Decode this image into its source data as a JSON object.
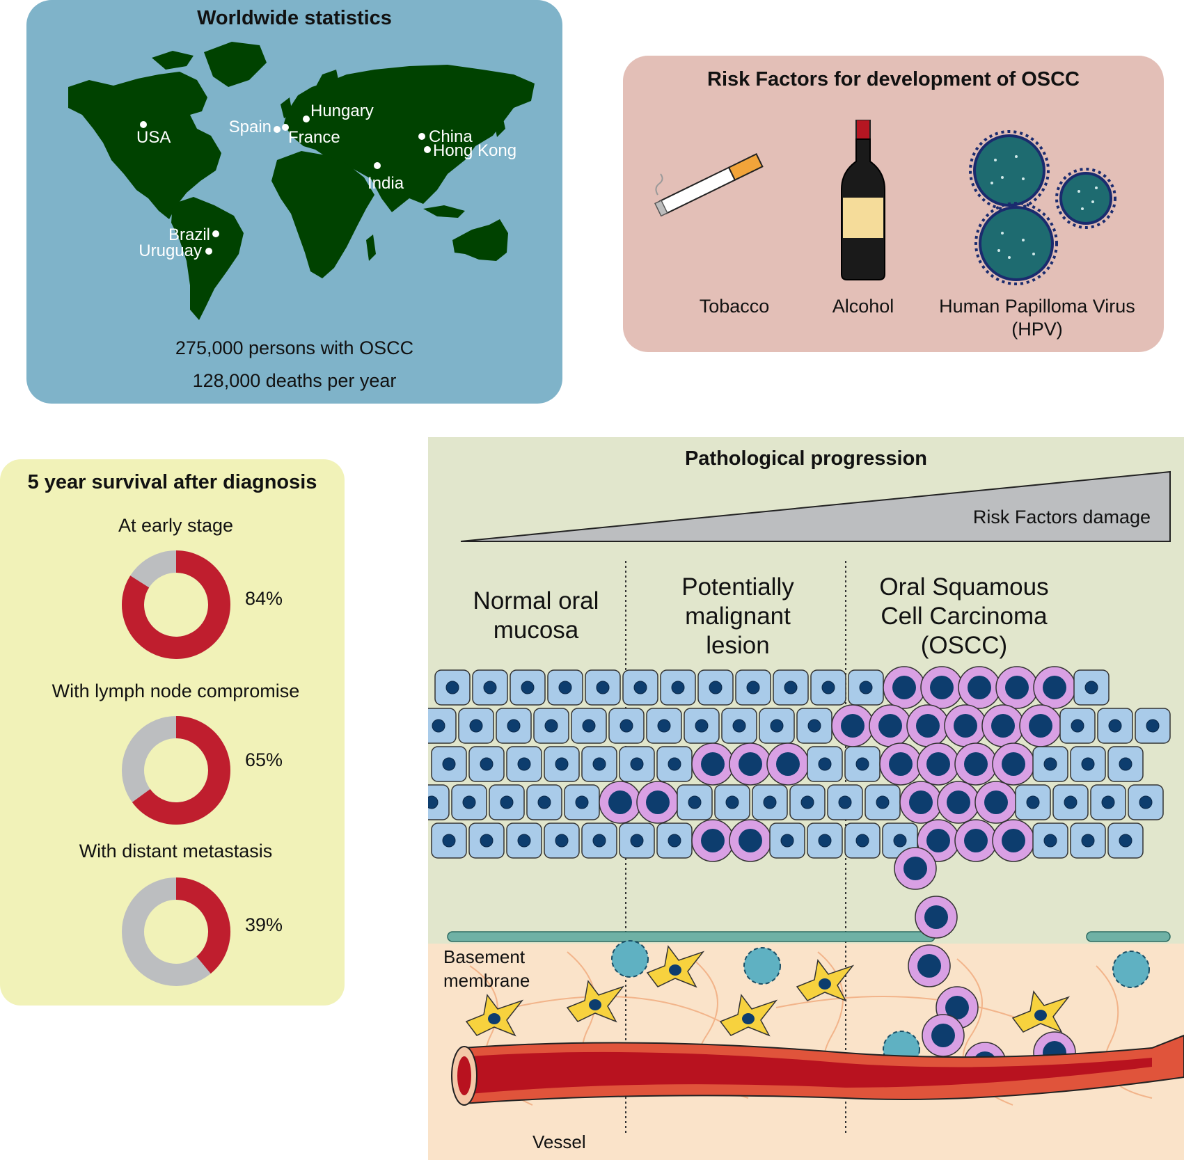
{
  "world": {
    "title": "Worldwide statistics",
    "locations": [
      {
        "name": "USA"
      },
      {
        "name": "Spain"
      },
      {
        "name": "France"
      },
      {
        "name": "Hungary"
      },
      {
        "name": "China"
      },
      {
        "name": "Hong Kong"
      },
      {
        "name": "India"
      },
      {
        "name": "Brazil"
      },
      {
        "name": "Uruguay"
      }
    ],
    "stat_cases": "275,000 persons with OSCC",
    "stat_deaths": "128,000 deaths per year"
  },
  "risk": {
    "title": "Risk Factors for development of OSCC",
    "factors": [
      {
        "label": "Tobacco",
        "icon": "cigarette-icon"
      },
      {
        "label": "Alcohol",
        "icon": "wine-bottle-icon"
      },
      {
        "label": "Human Papilloma Virus",
        "label2": "(HPV)",
        "icon": "virus-icon"
      }
    ]
  },
  "survival": {
    "title": "5 year survival after diagnosis",
    "items": [
      {
        "label": "At early stage",
        "percent": 84,
        "percent_text": "84%"
      },
      {
        "label": "With lymph node compromise",
        "percent": 65,
        "percent_text": "65%"
      },
      {
        "label": "With distant metastasis",
        "percent": 39,
        "percent_text": "39%"
      }
    ],
    "colors": {
      "filled": "#bf1e2e",
      "empty": "#bcbec0"
    }
  },
  "pathology": {
    "title": "Pathological progression",
    "gradient_label": "Risk Factors damage",
    "stages": [
      {
        "line1": "Normal oral",
        "line2": "mucosa",
        "line3": ""
      },
      {
        "line1": "Potentially",
        "line2": "malignant",
        "line3": "lesion"
      },
      {
        "line1": "Oral Squamous",
        "line2": "Cell Carcinoma",
        "line3": "(OSCC)"
      }
    ],
    "basement_label_1": "Basement",
    "basement_label_2": "membrane",
    "vessel_label": "Vessel",
    "colors": {
      "normal_cell": "#a9cbe9",
      "tumor_cell": "#d9a0e4",
      "nucleus": "#0d3d6e",
      "vessel": "#b8121f",
      "stroma": "#fae3c9",
      "fibroblast": "#f7d23e"
    }
  }
}
